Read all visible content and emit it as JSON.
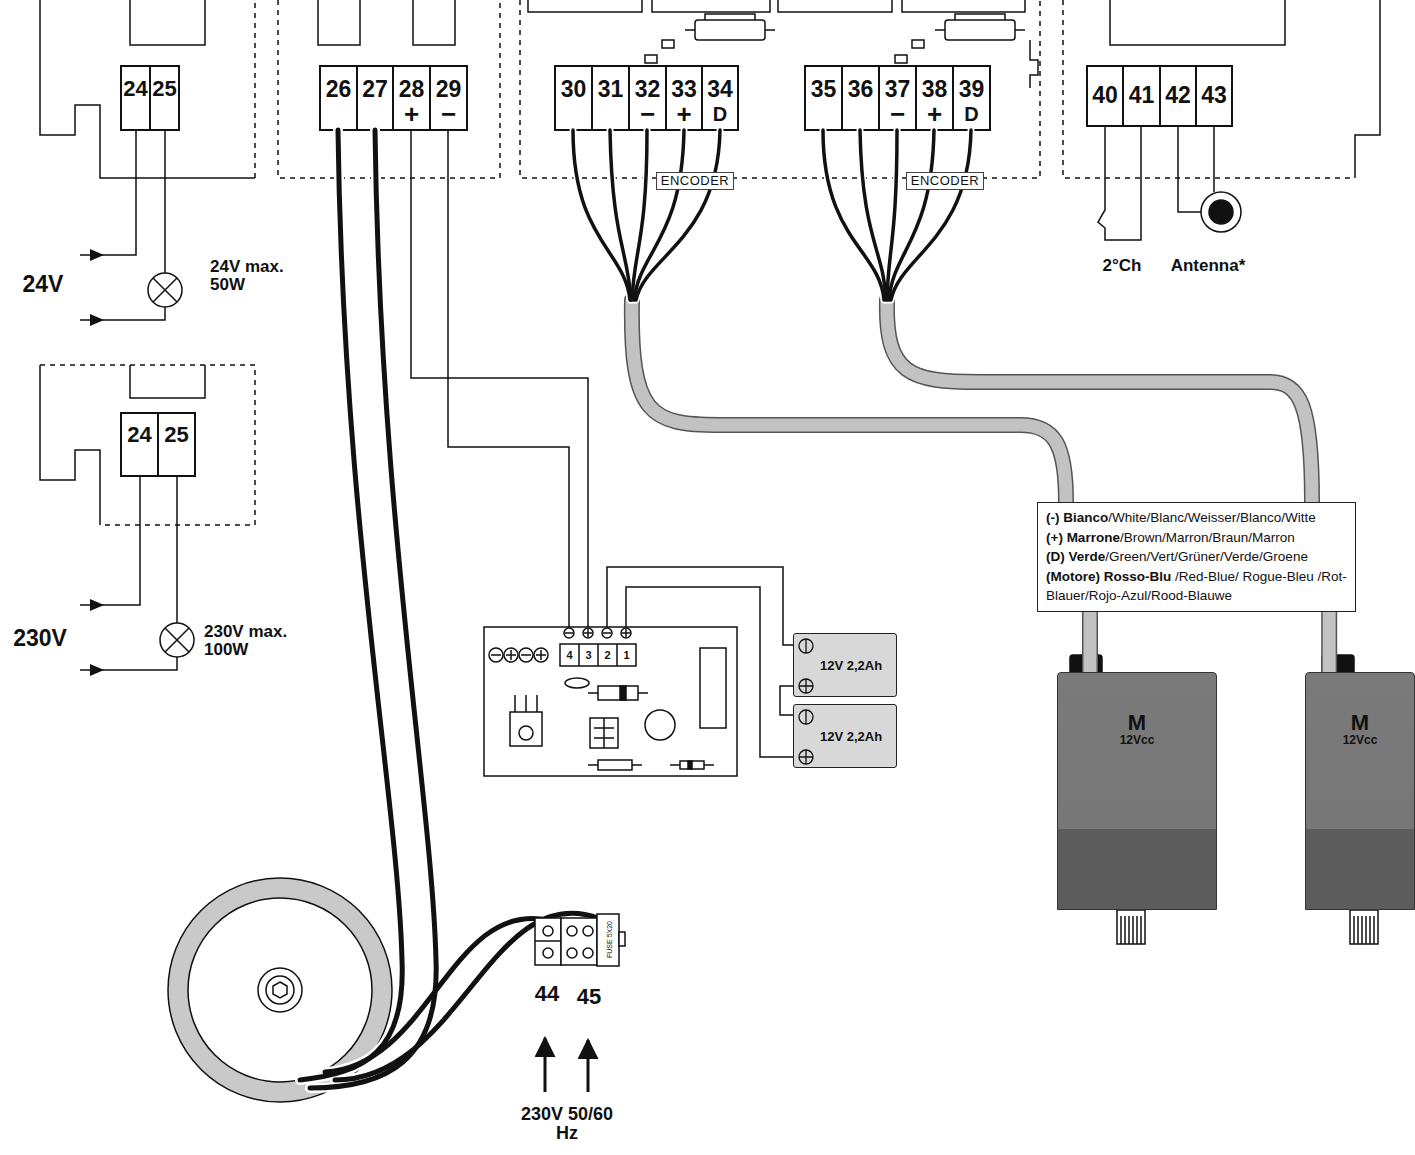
{
  "diagram": {
    "nodes": [
      {
        "text": [
          "(-) Bianco/White/Blanc/Weisser/Blanco/Witte",
          "(+) Marrone/Brown/Marron/Braun/Marron",
          "(D) Verde/Green/Vert/Grüner/Verde/Groene",
          "(Motore) Rosso-Blu /Red-Blue/ Rogue-Bleu /Rot-Blauer/Rojo-Azul/Rood-Blauwe"
        ]
      },
      {
        "text": [
          "12V 2,2Ah"
        ]
      },
      {
        "text": [
          "12V 2,2Ah"
        ]
      },
      {
        "text": [
          "M",
          "12Vcc"
        ]
      },
      {
        "text": [
          "M",
          "12Vcc"
        ]
      }
    ],
    "edges": [
      {
        "from": 0,
        "to": 3,
        "arrow": "none"
      },
      {
        "from": 0,
        "to": 4,
        "arrow": "none"
      },
      {
        "from": 1,
        "to": 2,
        "arrow": "none"
      }
    ],
    "labels": [
      "24",
      "25",
      "24V",
      "24V max. 50W",
      "24",
      "25",
      "230V",
      "230V max. 100W",
      "26",
      "27",
      "28",
      "+",
      "29",
      "−",
      "30",
      "31",
      "32",
      "−",
      "33",
      "+",
      "34",
      "D",
      "ENCODER",
      "35",
      "36",
      "37",
      "−",
      "38",
      "+",
      "39",
      "D",
      "ENCODER",
      "40",
      "41",
      "42",
      "43",
      "2°Ch",
      "Antenna*",
      "4",
      "3",
      "2",
      "1",
      "FUSE 5X20",
      "44",
      "45",
      "230V 50/60 Hz"
    ]
  }
}
